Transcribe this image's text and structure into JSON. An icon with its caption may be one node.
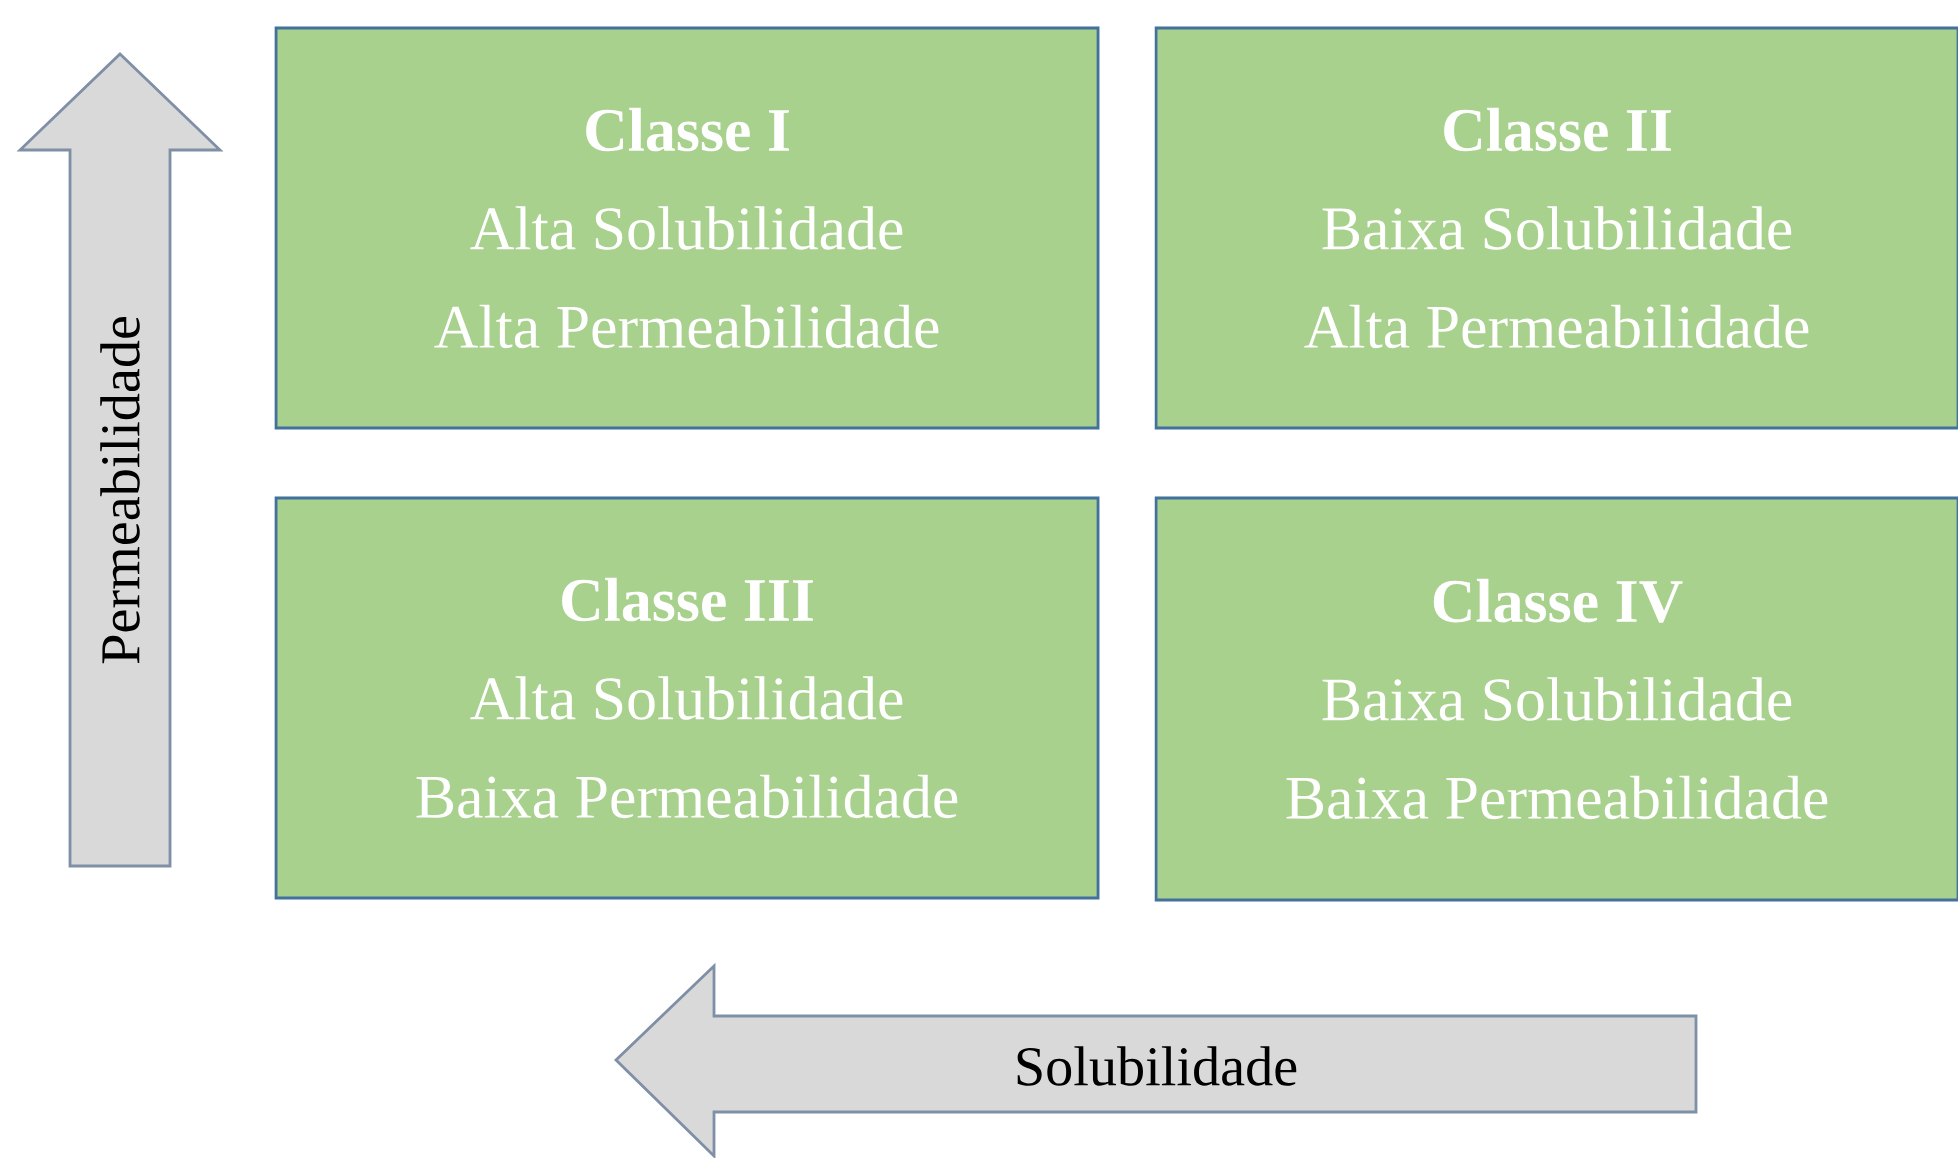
{
  "diagram": {
    "nodes": [
      {
        "text": [
          "Classe I",
          "Alta Solubilidade",
          "Alta Permeabilidade"
        ]
      },
      {
        "text": [
          "Classe II",
          "Baixa Solubilidade",
          "Alta Permeabilidade"
        ]
      },
      {
        "text": [
          "Classe III",
          "Alta Solubilidade",
          "Baixa Permeabilidade"
        ]
      },
      {
        "text": [
          "Classe IV",
          "Baixa Solubilidade",
          "Baixa Permeabilidade"
        ]
      }
    ],
    "labels": [
      "Permeabilidade",
      "Solubilidade"
    ]
  }
}
